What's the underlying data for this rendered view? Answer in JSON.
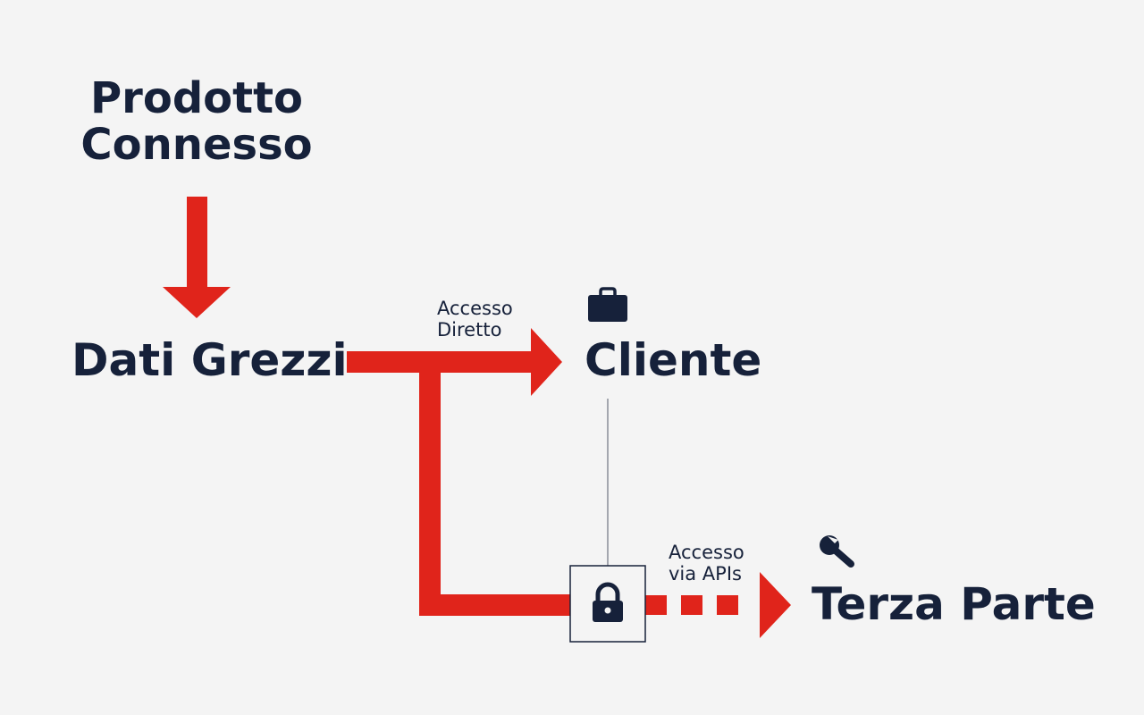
{
  "colors": {
    "background": "#f4f4f4",
    "text": "#16213a",
    "arrow": "#e0241b",
    "box_border": "#16213a",
    "connector": "#8a8d98"
  },
  "nodes": {
    "connected_product": {
      "line1": "Prodotto",
      "line2": "Connesso"
    },
    "raw_data": "Dati Grezzi",
    "client": "Cliente",
    "third_party": "Terza Parte"
  },
  "labels": {
    "direct_access": {
      "line1": "Accesso",
      "line2": "Diretto"
    },
    "api_access": {
      "line1": "Accesso",
      "line2": "via APIs"
    }
  },
  "icons": {
    "client": "briefcase-icon",
    "third_party": "wrench-icon",
    "gate": "lock-icon"
  }
}
